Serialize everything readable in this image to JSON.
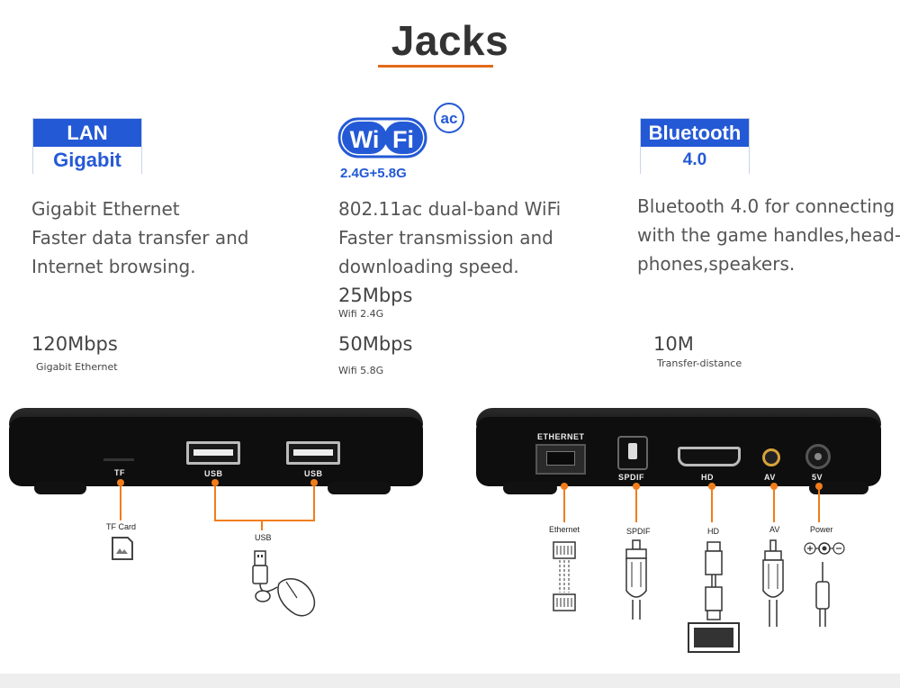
{
  "title": "Jacks",
  "lan": {
    "badge_top": "LAN",
    "badge_bottom": "Gigabit",
    "desc": [
      "Gigabit Ethernet",
      "Faster data transfer and",
      "Internet browsing."
    ],
    "speed": "120Mbps",
    "speed_label": "Gigabit Ethernet"
  },
  "wifi": {
    "badge_text": "WiFi",
    "ac": "ac",
    "bands": "2.4G+5.8G",
    "desc": [
      "802.11ac dual-band WiFi",
      "Faster transmission and",
      "downloading speed."
    ],
    "speed1": "25Mbps",
    "speed1_label": "Wifi 2.4G",
    "speed2": "50Mbps",
    "speed2_label": "Wifi 5.8G"
  },
  "bluetooth": {
    "badge_top": "Bluetooth",
    "badge_bottom": "4.0",
    "desc": [
      "Bluetooth 4.0 for connecting",
      "with the game handles,head-",
      "phones,speakers."
    ],
    "distance": "10M",
    "distance_label": "Transfer-distance"
  },
  "left_device": {
    "ports": [
      "TF",
      "USB",
      "USB"
    ],
    "captions": {
      "tf": "TF Card",
      "usb": "USB"
    }
  },
  "right_device": {
    "ports": [
      "ETHERNET",
      "SPDIF",
      "HD",
      "AV",
      "5V"
    ],
    "captions": [
      "Ethernet",
      "SPDIF",
      "HD",
      "AV",
      "Power"
    ]
  },
  "colors": {
    "accent": "#f07d1a",
    "brand_blue": "#2459d6",
    "device": "#0e0e0e"
  }
}
